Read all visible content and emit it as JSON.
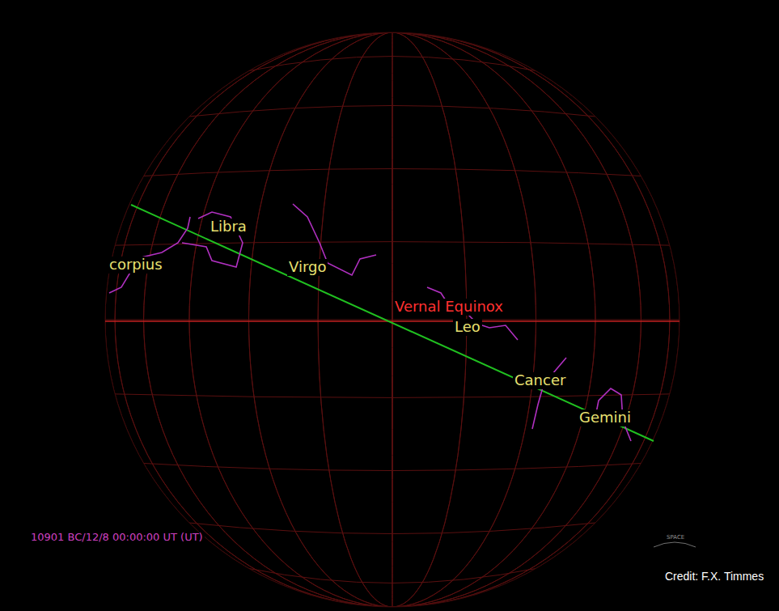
{
  "diagram": {
    "labels": [
      "Libra",
      "corpius",
      "Virgo",
      "Vernal Equinox",
      "Leo",
      "Cancer",
      "Gemini",
      "10901 BC/12/8 00:00:00 UT (UT)",
      "SPACE",
      "Credit: F.X. Timmes"
    ]
  }
}
